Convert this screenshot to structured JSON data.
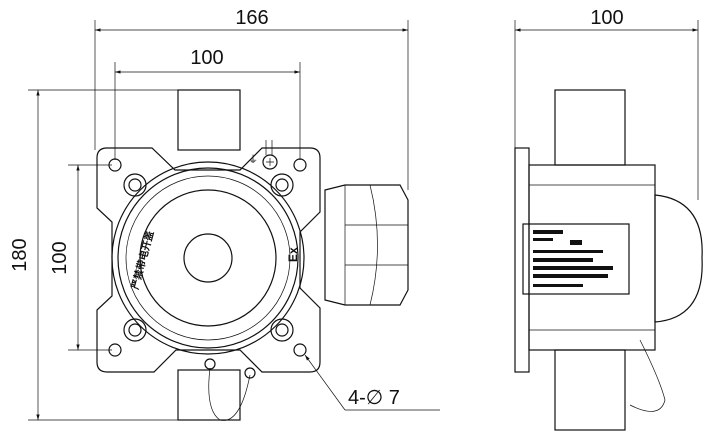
{
  "dimensions": {
    "front_width_overall": "166",
    "front_hole_spacing_h": "100",
    "front_height_overall": "180",
    "front_hole_spacing_v": "100",
    "side_depth": "100",
    "hole_callout": "4-∅ 7"
  },
  "markings": {
    "ex_mark": "Ex",
    "warning_text": "严禁带电开盖"
  }
}
